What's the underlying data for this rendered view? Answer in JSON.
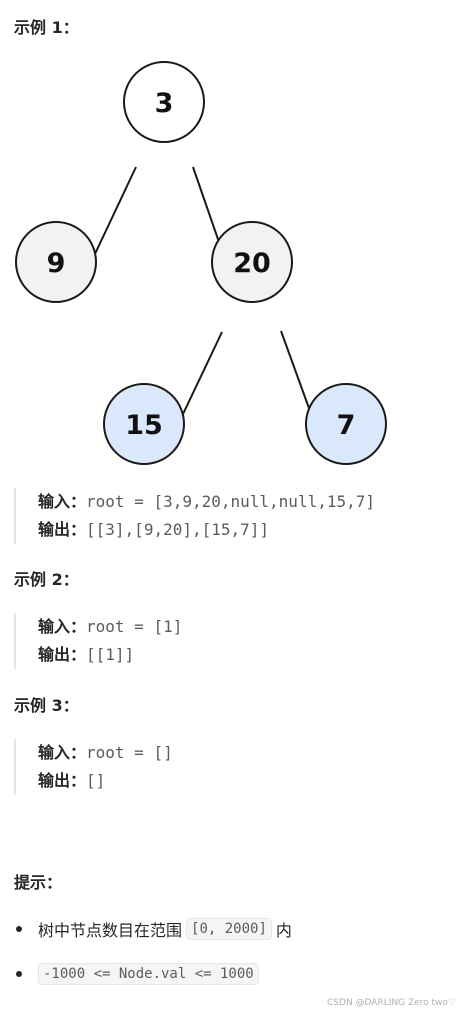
{
  "example1": {
    "heading": "示例 1：",
    "tree": {
      "nodes": [
        {
          "id": "n3",
          "label": "3",
          "fill": "#ffffff"
        },
        {
          "id": "n9",
          "label": "9",
          "fill": "#f2f2f2"
        },
        {
          "id": "n20",
          "label": "20",
          "fill": "#f2f2f2"
        },
        {
          "id": "n15",
          "label": "15",
          "fill": "#dae8fc"
        },
        {
          "id": "n7",
          "label": "7",
          "fill": "#dae8fc"
        }
      ]
    },
    "input_label": "输入：",
    "input_value": "root = [3,9,20,null,null,15,7]",
    "output_label": "输出：",
    "output_value": "[[3],[9,20],[15,7]]"
  },
  "example2": {
    "heading": "示例 2：",
    "input_label": "输入：",
    "input_value": "root = [1]",
    "output_label": "输出：",
    "output_value": "[[1]]"
  },
  "example3": {
    "heading": "示例 3：",
    "input_label": "输入：",
    "input_value": "root = []",
    "output_label": "输出：",
    "output_value": "[]"
  },
  "hints": {
    "heading": "提示：",
    "item1_prefix": "树中节点数目在范围",
    "item1_code": "[0, 2000]",
    "item1_suffix": "内",
    "item2_code": "-1000 <= Node.val <= 1000"
  },
  "watermark": "CSDN @DARLING Zero two♡"
}
